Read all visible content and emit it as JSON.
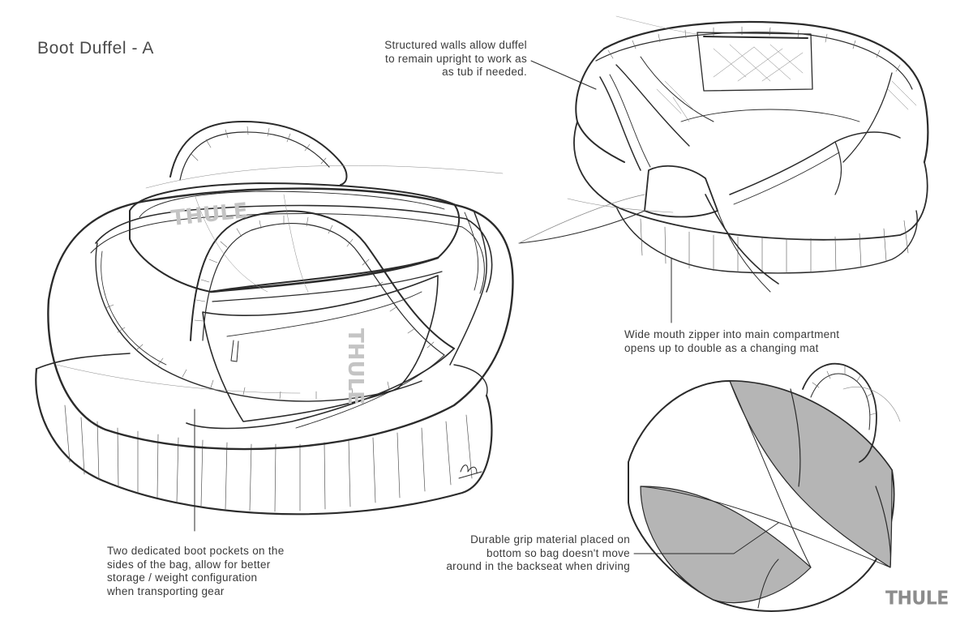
{
  "title": "Boot Duffel - A",
  "annotations": {
    "walls": {
      "lines": [
        "Structured walls allow duffel",
        "to remain upright to work as",
        "as tub if needed."
      ]
    },
    "zipper": {
      "lines": [
        "Wide mouth zipper into main compartment",
        "opens up to double as a changing mat"
      ]
    },
    "boots": {
      "lines": [
        "Two dedicated boot pockets on the",
        "sides of the bag, allow for better",
        "storage / weight configuration",
        "when transporting gear"
      ]
    },
    "grip": {
      "lines": [
        "Durable grip material placed on",
        "bottom so bag doesn't move",
        "around in the backseat when driving"
      ]
    }
  },
  "brand": {
    "logo_text": "THULE",
    "bag_logo_text": "THULE"
  },
  "colors": {
    "ink": "#2b2b2b",
    "shade": "#b5b5b5",
    "logo_gray": "#8c8c8c"
  }
}
